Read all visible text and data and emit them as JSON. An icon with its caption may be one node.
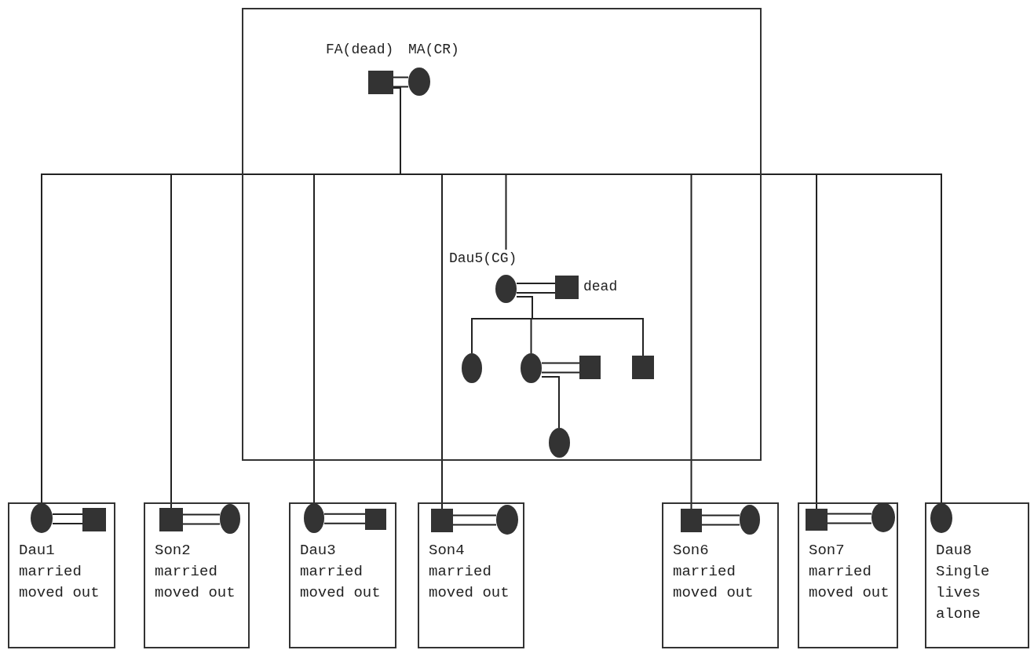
{
  "diagram": {
    "nodes": [
      {
        "text": [],
        "shape": "box"
      },
      {
        "text": [
          "FA(dead)"
        ],
        "in": 0
      },
      {
        "text": [
          "MA(CR)"
        ],
        "in": 0
      },
      {
        "text": [
          "Dau5(CG)"
        ],
        "in": 0
      },
      {
        "text": [
          "dead"
        ],
        "in": 0
      },
      {
        "text": [],
        "shape": "circle",
        "in": 0
      },
      {
        "text": [],
        "shape": "circle",
        "in": 0
      },
      {
        "text": [],
        "shape": "box",
        "in": 0
      },
      {
        "text": [],
        "shape": "box",
        "in": 0
      },
      {
        "text": [],
        "shape": "circle",
        "in": 0
      },
      {
        "text": [
          "Dau1",
          "married moved out"
        ]
      },
      {
        "text": [],
        "shape": "circle",
        "in": 10
      },
      {
        "text": [],
        "shape": "box",
        "in": 10
      },
      {
        "text": [
          "Son2",
          "married moved out"
        ]
      },
      {
        "text": [],
        "shape": "box",
        "in": 13
      },
      {
        "text": [],
        "shape": "circle",
        "in": 13
      },
      {
        "text": [
          "Dau3",
          "married moved out"
        ]
      },
      {
        "text": [],
        "shape": "circle",
        "in": 16
      },
      {
        "text": [],
        "shape": "box",
        "in": 16
      },
      {
        "text": [
          "Son4",
          "married moved out"
        ]
      },
      {
        "text": [],
        "shape": "box",
        "in": 19
      },
      {
        "text": [],
        "shape": "circle",
        "in": 19
      },
      {
        "text": [
          "Son6",
          "married moved out"
        ]
      },
      {
        "text": [],
        "shape": "box",
        "in": 22
      },
      {
        "text": [],
        "shape": "circle",
        "in": 22
      },
      {
        "text": [
          "Son7",
          "married moved out"
        ]
      },
      {
        "text": [],
        "shape": "box",
        "in": 25
      },
      {
        "text": [],
        "shape": "circle",
        "in": 25
      },
      {
        "text": [
          "Dau8",
          "Single lives alone"
        ]
      },
      {
        "text": [],
        "shape": "circle",
        "in": 28
      }
    ],
    "edges": [
      {
        "from": 1,
        "to": 2,
        "arrow": "none"
      },
      {
        "from": 3,
        "to": 4,
        "arrow": "none"
      },
      {
        "from": 6,
        "to": 7,
        "arrow": "none"
      },
      {
        "from": 11,
        "to": 12,
        "arrow": "none"
      },
      {
        "from": 14,
        "to": 15,
        "arrow": "none"
      },
      {
        "from": 17,
        "to": 18,
        "arrow": "none"
      },
      {
        "from": 20,
        "to": 21,
        "arrow": "none"
      },
      {
        "from": 23,
        "to": 24,
        "arrow": "none"
      },
      {
        "from": 26,
        "to": 27,
        "arrow": "none"
      },
      {
        "from": 1,
        "to": 11,
        "arrow": "none"
      },
      {
        "from": 1,
        "to": 14,
        "arrow": "none"
      },
      {
        "from": 1,
        "to": 17,
        "arrow": "none"
      },
      {
        "from": 1,
        "to": 20,
        "arrow": "none"
      },
      {
        "from": 1,
        "to": 3,
        "arrow": "none"
      },
      {
        "from": 1,
        "to": 23,
        "arrow": "none"
      },
      {
        "from": 1,
        "to": 26,
        "arrow": "none"
      },
      {
        "from": 1,
        "to": 29,
        "arrow": "none"
      },
      {
        "from": 3,
        "to": 5,
        "arrow": "none"
      },
      {
        "from": 3,
        "to": 6,
        "arrow": "none"
      },
      {
        "from": 3,
        "to": 8,
        "arrow": "none"
      },
      {
        "from": 6,
        "to": 9,
        "arrow": "none"
      }
    ]
  }
}
